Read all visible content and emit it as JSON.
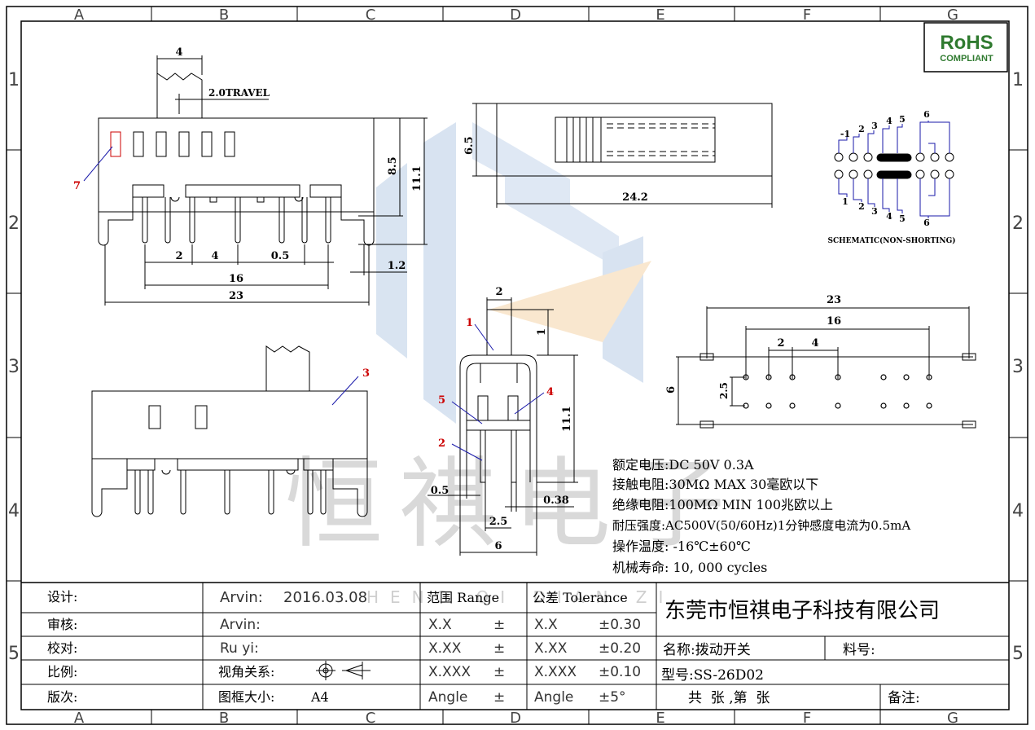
{
  "grid": {
    "cols": [
      "A",
      "B",
      "C",
      "D",
      "E",
      "F",
      "G"
    ],
    "rows": [
      "1",
      "2",
      "3",
      "4",
      "5"
    ]
  },
  "rohs": {
    "title": "RoHS",
    "subtitle": "COMPLIANT"
  },
  "dims": {
    "top_width": "4",
    "travel": "2.0TRAVEL",
    "h85": "8.5",
    "h111": "11.1",
    "pitch2": "2",
    "pitch4": "4",
    "pin05": "0.5",
    "d12": "1.2",
    "span16": "16",
    "span23": "23",
    "top65": "6.5",
    "top242": "24.2",
    "side2": "2",
    "side1": "1",
    "side111": "11.1",
    "side05": "0.5",
    "side038": "0.38",
    "side25": "2.5",
    "side6": "6",
    "fp23": "23",
    "fp16": "16",
    "fp2": "2",
    "fp4": "4",
    "fp6": "6",
    "fp25": "2.5"
  },
  "callouts": {
    "c1": "1",
    "c2": "2",
    "c3": "3",
    "c4": "4",
    "c5": "5",
    "c7": "7"
  },
  "schematic": {
    "top_labels": [
      "-1",
      "2",
      "3",
      "4",
      "5",
      "6"
    ],
    "bottom_labels": [
      "1",
      "2",
      "3",
      "4",
      "5",
      "6"
    ],
    "caption": "SCHEMATIC(NON-SHORTING)"
  },
  "watermark": "恒祺电子",
  "watermark_en": "HENG QI DIAN ZI",
  "specs": [
    "额定电压:DC 50V 0.3A",
    "接触电阻:30MΩ MAX 30毫欧以下",
    "绝缘电阻:100MΩ MIN 100兆欧以上",
    "耐压强度:AC500V(50/60Hz)1分钟感度电流为0.5mA",
    "操作温度: -16℃±60℃",
    "机械寿命: 10, 000 cycles"
  ],
  "title_block": {
    "labels": [
      "设计:",
      "审核:",
      "校对:",
      "比例:",
      "版次:"
    ],
    "designer": "Arvin:",
    "date": "2016.03.08",
    "reviewer": "Arvin:",
    "checker": "Ru yi:",
    "view_label": "视角关系:",
    "frame_label": "图框大小:",
    "frame_value": "A4",
    "range_header": "范围 Range",
    "tol_header": "公差 Tolerance",
    "ranges": [
      "X.X",
      "X.XX",
      "X.XXX",
      "Angle"
    ],
    "pm": "±",
    "tol_names": [
      "X.X",
      "X.XX",
      "X.XXX",
      "Angle"
    ],
    "tol_values": [
      "±0.30",
      "±0.20",
      "±0.10",
      "±5°"
    ],
    "company": "东莞市恒祺电子科技有限公司",
    "name_label": "名称:拨动开关",
    "part_label": "料号:",
    "model": "型号:SS-26D02",
    "sheets": "共  张 ,第  张",
    "remark": "备注:"
  }
}
